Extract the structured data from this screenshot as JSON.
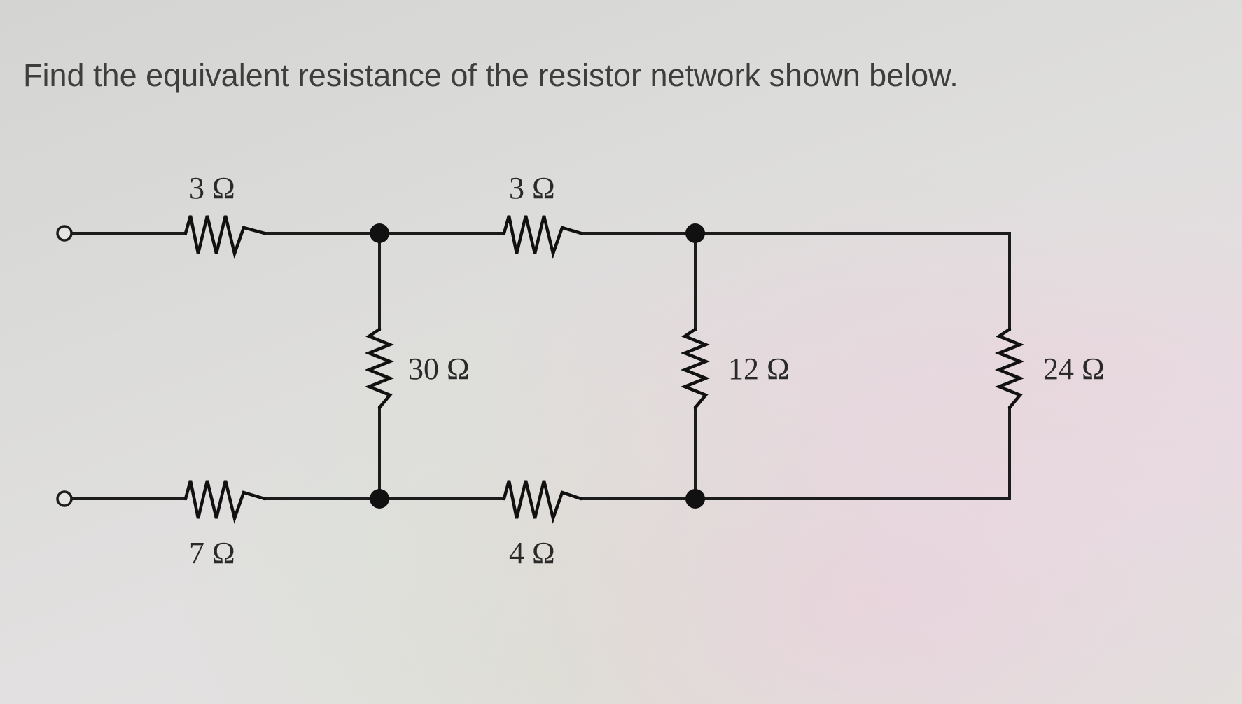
{
  "question": {
    "text": "Find the equivalent resistance of the resistor network shown below."
  },
  "circuit": {
    "resistors": {
      "r_top_left": {
        "label": "3 Ω",
        "value_ohms": 3
      },
      "r_top_middle": {
        "label": "3 Ω",
        "value_ohms": 3
      },
      "r_shunt_30": {
        "label": "30 Ω",
        "value_ohms": 30
      },
      "r_shunt_12": {
        "label": "12 Ω",
        "value_ohms": 12
      },
      "r_shunt_24": {
        "label": "24 Ω",
        "value_ohms": 24
      },
      "r_bottom_left": {
        "label": "7 Ω",
        "value_ohms": 7
      },
      "r_bottom_middle": {
        "label": "4 Ω",
        "value_ohms": 4
      }
    },
    "colors": {
      "wire": "#1c1c1c",
      "text": "#3e3e3e"
    }
  }
}
